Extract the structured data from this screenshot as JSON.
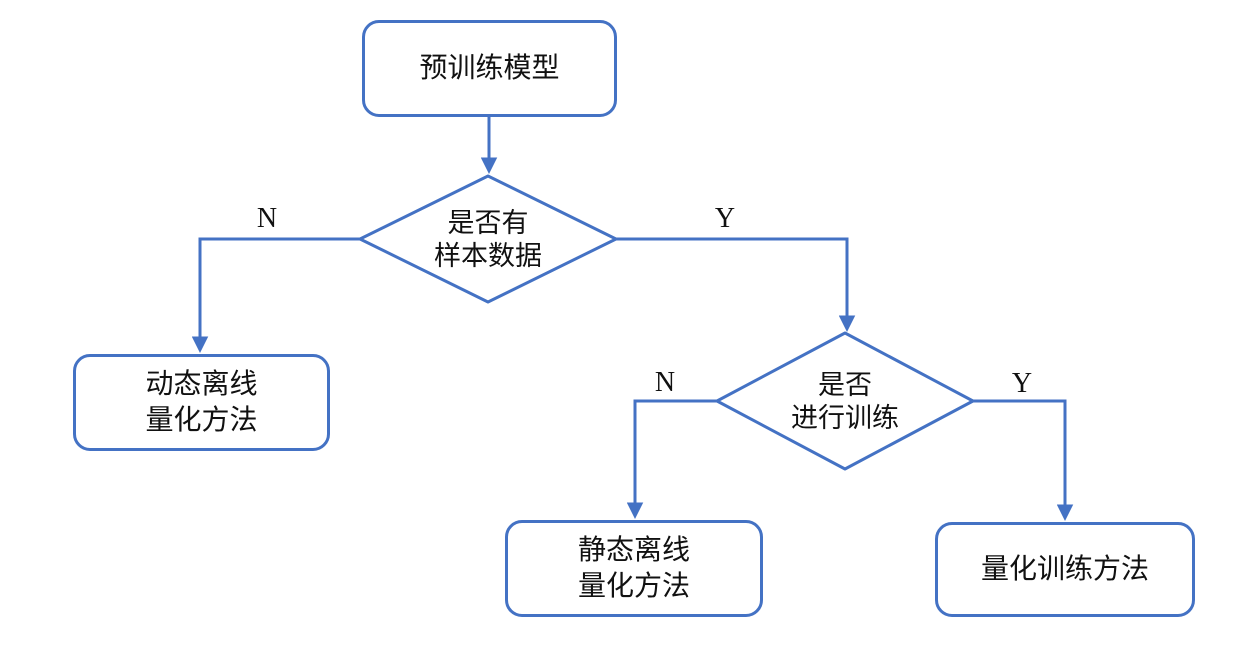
{
  "diagram": {
    "type": "flowchart",
    "topic": "model quantization method selection",
    "colors": {
      "accent": "#4472C4",
      "text": "#111111",
      "background": "#FFFFFF"
    },
    "nodes": {
      "pretrained": {
        "label": "预训练模型"
      },
      "decision_sample": {
        "line1": "是否有",
        "line2": "样本数据"
      },
      "dynamic_offline": {
        "line1": "动态离线",
        "line2": "量化方法"
      },
      "decision_train": {
        "line1": "是否",
        "line2": "进行训练"
      },
      "static_offline": {
        "line1": "静态离线",
        "line2": "量化方法"
      },
      "quant_training": {
        "label": "量化训练方法"
      }
    },
    "edge_labels": {
      "sample_no": "N",
      "sample_yes": "Y",
      "train_no": "N",
      "train_yes": "Y"
    }
  }
}
